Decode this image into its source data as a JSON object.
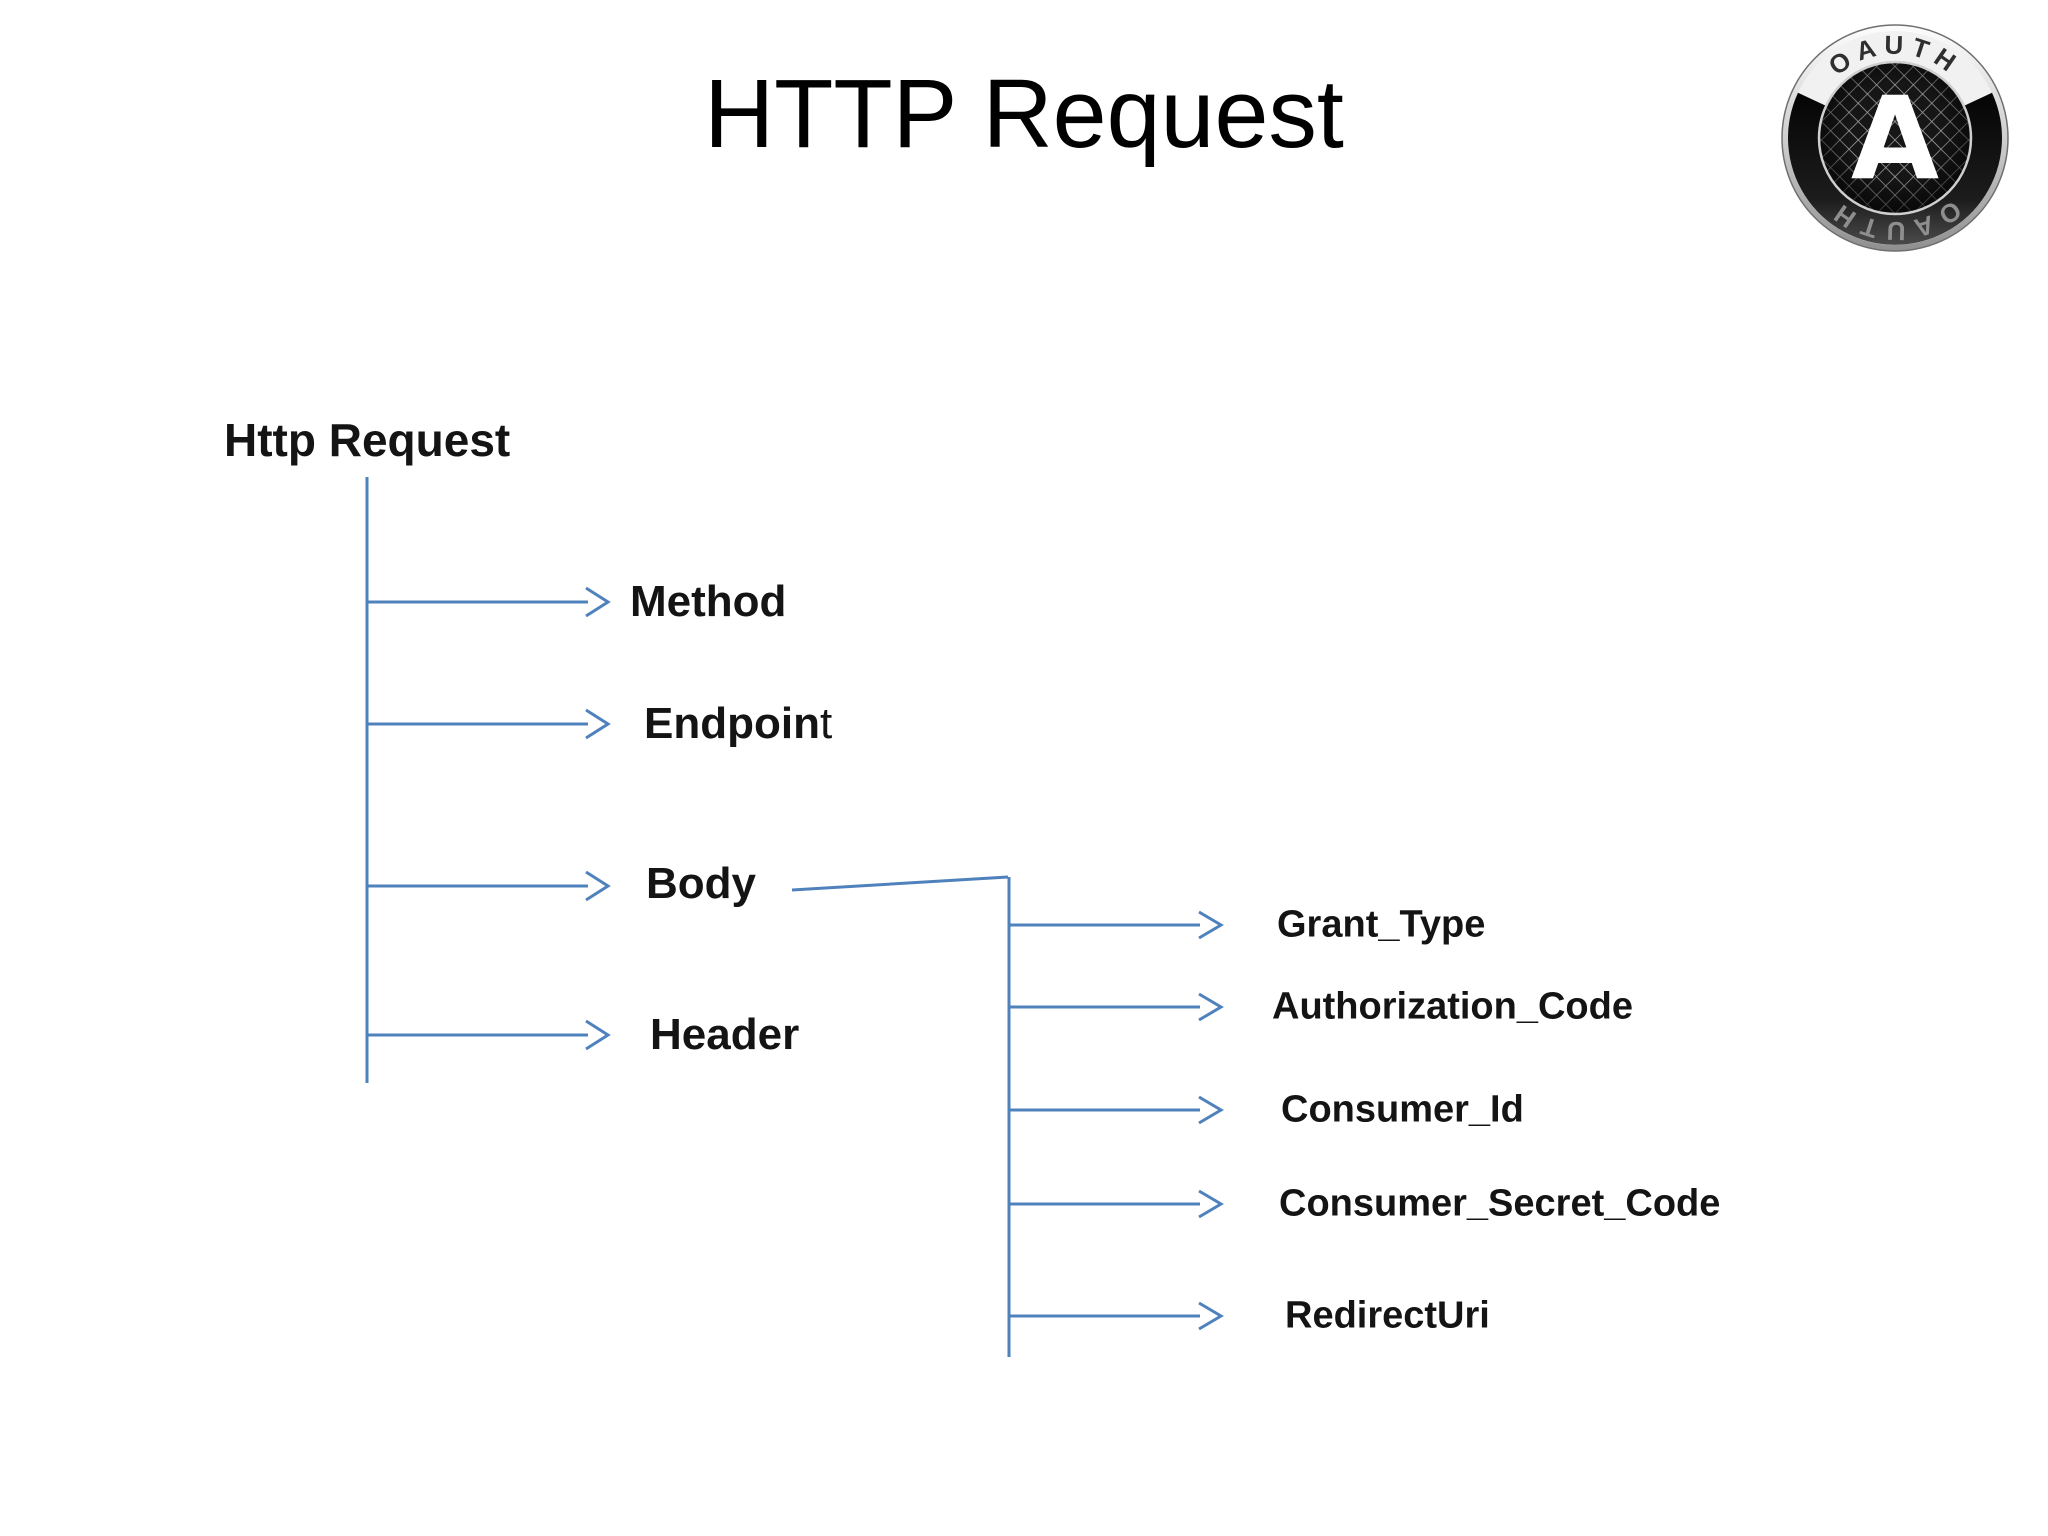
{
  "slide": {
    "title": "HTTP Request"
  },
  "logo": {
    "name": "oauth-badge",
    "arc_text_top": "OAUTH",
    "arc_text_bottom": "OAUTH",
    "center_letter": "A"
  },
  "tree": {
    "root_label": "Http Request",
    "level1": [
      {
        "label": "Method"
      },
      {
        "label": "Endpoint",
        "label_main": "Endpoin",
        "label_tail": "t"
      },
      {
        "label": "Body"
      },
      {
        "label": "Header"
      }
    ],
    "body_params": [
      {
        "label": "Grant_Type"
      },
      {
        "label": "Authorization_Code"
      },
      {
        "label": "Consumer_Id"
      },
      {
        "label": "Consumer_Secret_Code"
      },
      {
        "label": "RedirectUri"
      }
    ]
  },
  "colors": {
    "connector": "#4f81bd",
    "label_text": "#141414",
    "title_text": "#000000",
    "background": "#ffffff"
  }
}
